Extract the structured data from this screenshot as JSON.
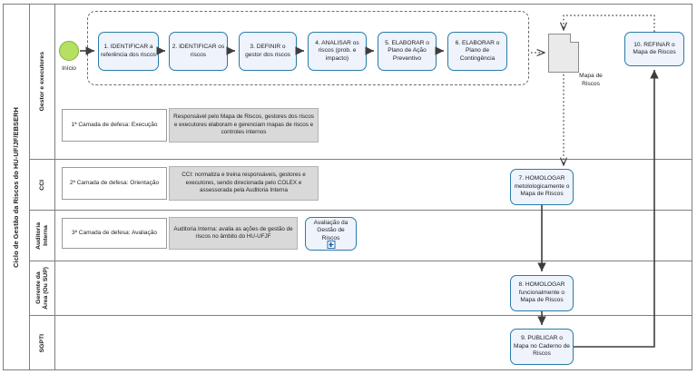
{
  "pool": {
    "title": "Ciclo de Gestão da Riscos do HU-UF/JF/EBSERH"
  },
  "lanes": [
    {
      "id": "gestor",
      "label": "Gestor  e  executores"
    },
    {
      "id": "cci",
      "label": "CCI"
    },
    {
      "id": "auditoria",
      "label": "Auditoria\nInterna"
    },
    {
      "id": "gerente",
      "label": "Gerente da\nÁrea (Ou SUP)"
    },
    {
      "id": "sgpti",
      "label": "SGPTI"
    }
  ],
  "start_event": {
    "label": "Início"
  },
  "tasks": [
    {
      "id": "t1",
      "label": "1. IDENTIFICAR a referência dos riscos"
    },
    {
      "id": "t2",
      "label": "2. IDENTIFICAR os riscos"
    },
    {
      "id": "t3",
      "label": "3. DEFINIR o gestor dos riscos"
    },
    {
      "id": "t4",
      "label": "4. ANALISAR os riscos (prob. e impacto)"
    },
    {
      "id": "t5",
      "label": "5. ELABORAR o Plano de Ação Preventivo"
    },
    {
      "id": "t6",
      "label": "6. ELABORAR o Plano de Contingência"
    },
    {
      "id": "t7",
      "label": "7. HOMOLOGAR metolologicamente o Mapa de Riscos"
    },
    {
      "id": "t8",
      "label": "8. HOMOLOGAR funcionalmente o Mapa de Riscos"
    },
    {
      "id": "t9",
      "label": "9. PUBLICAR o Mapa no Caderno de Riscos"
    },
    {
      "id": "t10",
      "label": "10. REFINAR o Mapa de Riscos"
    },
    {
      "id": "tsub",
      "label": "Avaliação da Gestão de Riscos"
    }
  ],
  "data_object": {
    "label": "Mapa de\nRiscos"
  },
  "annotations": {
    "layer1_title": "1ª Camada de defesa: Execução",
    "layer1_text": "Responsável pelo Mapa de Riscos, gestores dos riscos e executores elaboram e gerenciam mapas de riscos e controles internos",
    "layer2_title": "2ª Camada de defesa: Orientação",
    "layer2_text": "CCI: normatiza e treina responsáveis, gestores e executores, sendo direcionada pelo COLEX e assessorada pela Auditoria Interna",
    "layer3_title": "3ª Camada de defesa: Avaliação",
    "layer3_text": "Auditoria Interna: avalia as ações de gestão de riscos no âmbito do HU-UFJF"
  },
  "colors": {
    "task_fill": "#eef3fc",
    "task_border": "#2b7ba8",
    "start_fill": "#b5e061",
    "start_border": "#7fb23a",
    "annotation_fill": "#d9d9d9",
    "lane_border": "#7f7f7f",
    "flow_arrow": "#3d3d3d"
  }
}
